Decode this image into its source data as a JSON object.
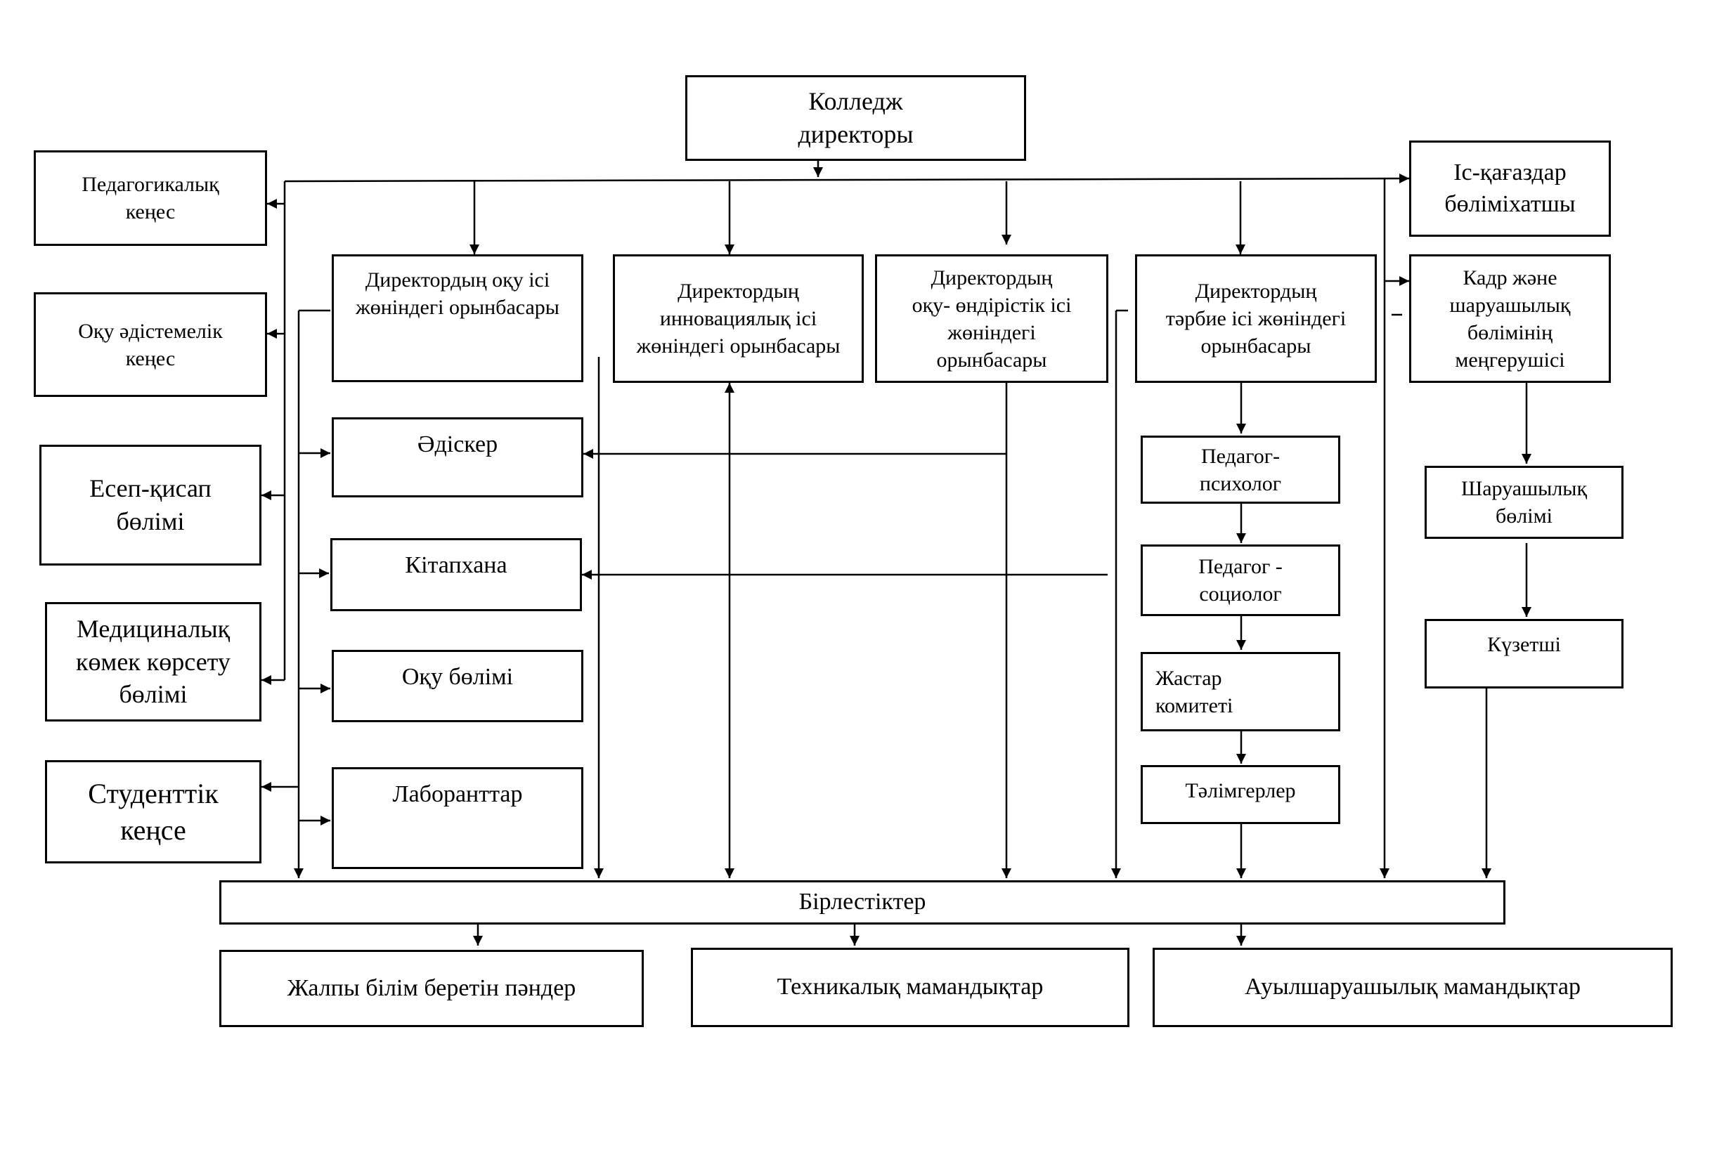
{
  "boxes": {
    "director": "Колледж\nдиректоры",
    "ped_council": "Педагогикалық\nкеңес",
    "method_council": "Оқу әдістемелік\nкеңес",
    "accounting": "Есеп-қисап\nбөлімі",
    "medical": "Медициналық\nкөмек көрсету\nбөлімі",
    "student_office": "Студенттік\nкеңсе",
    "records": "Іс-қағаздар\nбөліміхатшы",
    "deputy_study": "Директордың оқу ісі\nжөніндегі орынбасары",
    "deputy_innovation": "Директордың\nинновациялық ісі\nжөніндегі орынбасары",
    "deputy_production": "Директордың\nоқу- өндірістік ісі\nжөніндегі\nорынбасары",
    "deputy_upbringing": "Директордың\nтәрбие ісі жөніндегі\nорынбасары",
    "hr_head": "Кадр және\nшаруашылық\nбөлімінің\nмеңгерушісі",
    "methodist": "Әдіскер",
    "library": "Кітапхана",
    "study_dept": "Оқу бөлімі",
    "lab": "Лаборанттар",
    "psychologist": "Педагог-\nпсихолог",
    "sociologist": "Педагог -\nсоциолог",
    "youth": "Жастар\n     комитеті",
    "mentors": "Тәлімгерлер",
    "household": "Шаруашылық\nбөлімі",
    "guard": "Күзетші",
    "associations": "Бірлестіктер",
    "general_subjects": "Жалпы білім беретін  пәндер",
    "technical": "Техникалық мамандықтар",
    "agricultural": "Ауылшаруашылық мамандықтар"
  }
}
